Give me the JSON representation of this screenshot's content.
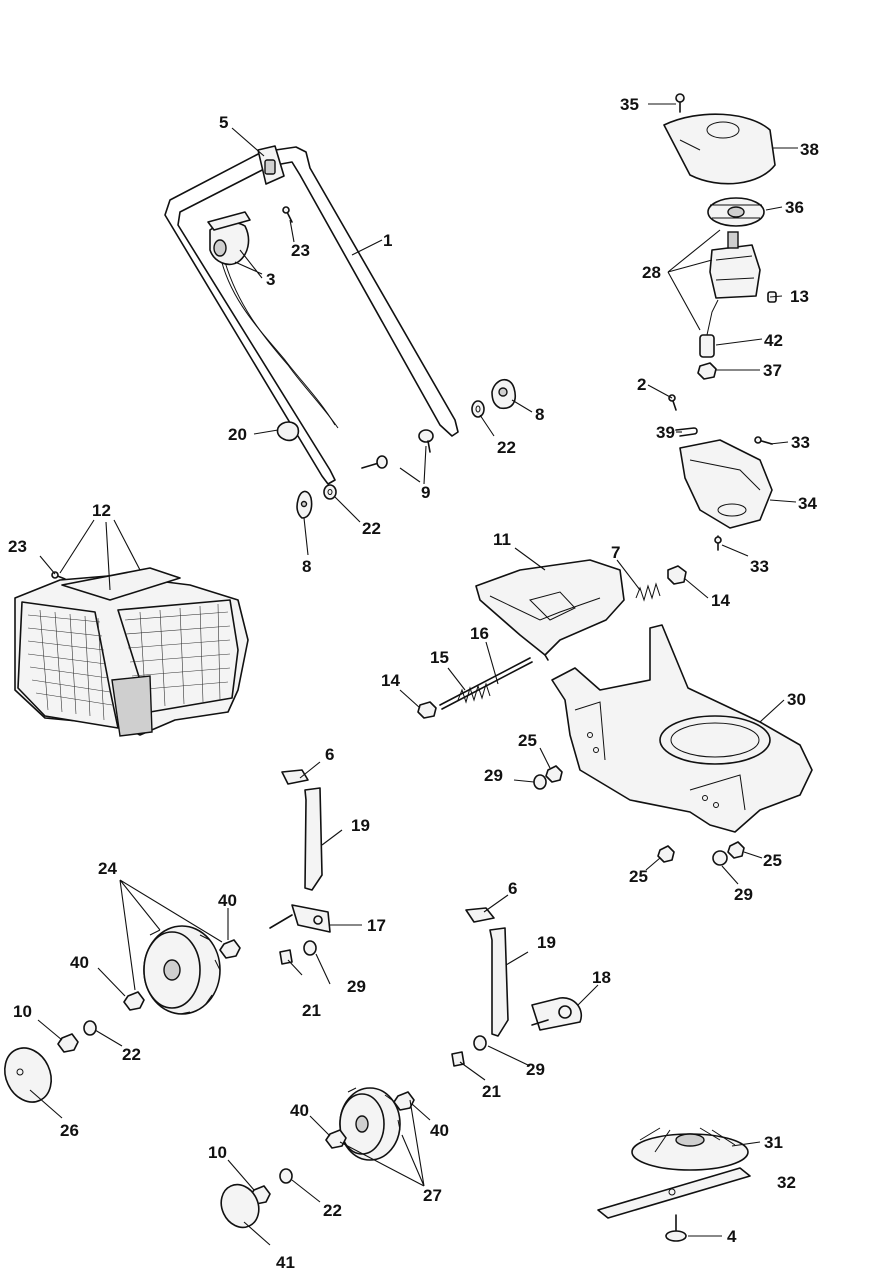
{
  "callouts": [
    {
      "id": "c1",
      "text": "1"
    },
    {
      "id": "c2",
      "text": "2"
    },
    {
      "id": "c3",
      "text": "3"
    },
    {
      "id": "c4",
      "text": "4"
    },
    {
      "id": "c5",
      "text": "5"
    },
    {
      "id": "c6a",
      "text": "6"
    },
    {
      "id": "c6b",
      "text": "6"
    },
    {
      "id": "c7",
      "text": "7"
    },
    {
      "id": "c8a",
      "text": "8"
    },
    {
      "id": "c8b",
      "text": "8"
    },
    {
      "id": "c9",
      "text": "9"
    },
    {
      "id": "c10a",
      "text": "10"
    },
    {
      "id": "c10b",
      "text": "10"
    },
    {
      "id": "c11",
      "text": "11"
    },
    {
      "id": "c12",
      "text": "12"
    },
    {
      "id": "c13",
      "text": "13"
    },
    {
      "id": "c14a",
      "text": "14"
    },
    {
      "id": "c14b",
      "text": "14"
    },
    {
      "id": "c15",
      "text": "15"
    },
    {
      "id": "c16",
      "text": "16"
    },
    {
      "id": "c17",
      "text": "17"
    },
    {
      "id": "c18",
      "text": "18"
    },
    {
      "id": "c19a",
      "text": "19"
    },
    {
      "id": "c19b",
      "text": "19"
    },
    {
      "id": "c20",
      "text": "20"
    },
    {
      "id": "c21a",
      "text": "21"
    },
    {
      "id": "c21b",
      "text": "21"
    },
    {
      "id": "c22a",
      "text": "22"
    },
    {
      "id": "c22b",
      "text": "22"
    },
    {
      "id": "c22c",
      "text": "22"
    },
    {
      "id": "c22d",
      "text": "22"
    },
    {
      "id": "c23a",
      "text": "23"
    },
    {
      "id": "c23b",
      "text": "23"
    },
    {
      "id": "c24",
      "text": "24"
    },
    {
      "id": "c25a",
      "text": "25"
    },
    {
      "id": "c25b",
      "text": "25"
    },
    {
      "id": "c25c",
      "text": "25"
    },
    {
      "id": "c26",
      "text": "26"
    },
    {
      "id": "c27",
      "text": "27"
    },
    {
      "id": "c28",
      "text": "28"
    },
    {
      "id": "c29a",
      "text": "29"
    },
    {
      "id": "c29b",
      "text": "29"
    },
    {
      "id": "c29c",
      "text": "29"
    },
    {
      "id": "c29d",
      "text": "29"
    },
    {
      "id": "c30",
      "text": "30"
    },
    {
      "id": "c31",
      "text": "31"
    },
    {
      "id": "c32",
      "text": "32"
    },
    {
      "id": "c33a",
      "text": "33"
    },
    {
      "id": "c33b",
      "text": "33"
    },
    {
      "id": "c34",
      "text": "34"
    },
    {
      "id": "c35",
      "text": "35"
    },
    {
      "id": "c36",
      "text": "36"
    },
    {
      "id": "c37",
      "text": "37"
    },
    {
      "id": "c38",
      "text": "38"
    },
    {
      "id": "c39",
      "text": "39"
    },
    {
      "id": "c40a",
      "text": "40"
    },
    {
      "id": "c40b",
      "text": "40"
    },
    {
      "id": "c40c",
      "text": "40"
    },
    {
      "id": "c40d",
      "text": "40"
    },
    {
      "id": "c41",
      "text": "41"
    },
    {
      "id": "c42",
      "text": "42"
    }
  ]
}
